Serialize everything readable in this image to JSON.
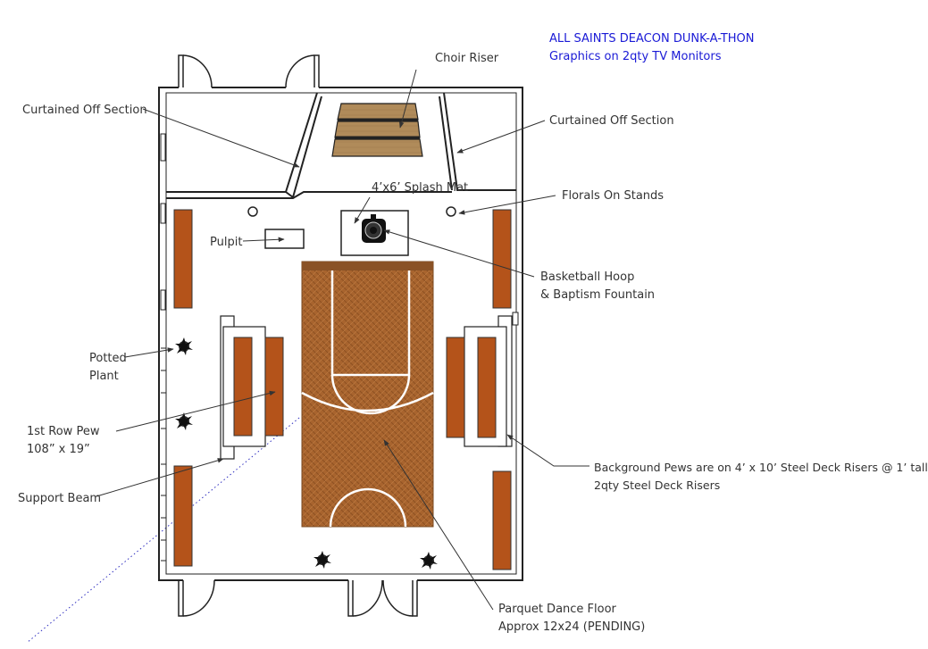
{
  "header": {
    "line1": "ALL SAINTS DEACON DUNK-A-THON",
    "line2": "Graphics on 2qty TV Monitors"
  },
  "labels": {
    "choir_riser": "Choir Riser",
    "curtained_left": "Curtained Off Section",
    "curtained_right": "Curtained Off Section",
    "splash_mat": "4’x6’ Splash Mat",
    "florals": "Florals On Stands",
    "pulpit": "Pulpit",
    "hoop_line1": "Basketball Hoop",
    "hoop_line2": "& Baptism Fountain",
    "potted_line1": "Potted",
    "potted_line2": "Plant",
    "pew_line1": "1st Row Pew",
    "pew_line2": "108” x 19”",
    "support_beam": "Support Beam",
    "bg_pews_line1": "Background Pews are on 4’ x 10’ Steel Deck Risers @ 1’ tall",
    "bg_pews_line2": "2qty Steel Deck Risers",
    "floor_line1": "Parquet Dance Floor",
    "floor_line2": "Approx 12x24 (PENDING)"
  },
  "colors": {
    "header_text": "#1a1ad6",
    "label_text": "#333333",
    "wall": "#222222",
    "pew_fill": "#b4531a",
    "floor_fill": "#a8642e",
    "riser_fill": "#b08b5a",
    "dotted_line": "#3030c0"
  }
}
